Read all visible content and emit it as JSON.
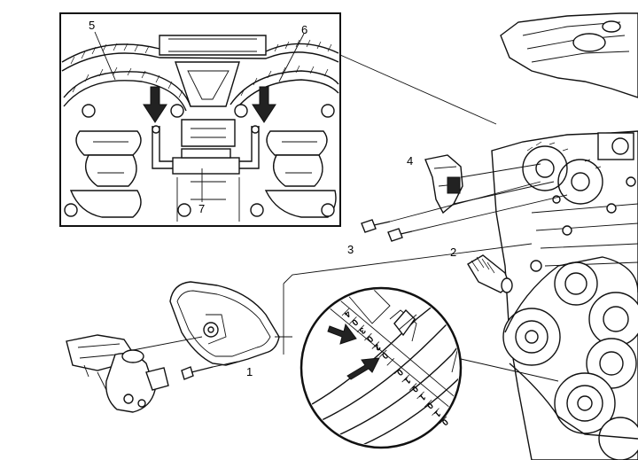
{
  "callouts": {
    "c1": "1",
    "c2": "2",
    "c3": "3",
    "c4": "4",
    "c5": "5",
    "c6": "6",
    "c7": "7"
  },
  "timing_scale": {
    "marks": [
      "4",
      "0",
      "3",
      "0",
      "2",
      "0",
      "",
      "0",
      "1",
      "0",
      "1",
      "0",
      "1",
      "0"
    ]
  },
  "colors": {
    "ink": "#111111",
    "paper": "#ffffff"
  }
}
